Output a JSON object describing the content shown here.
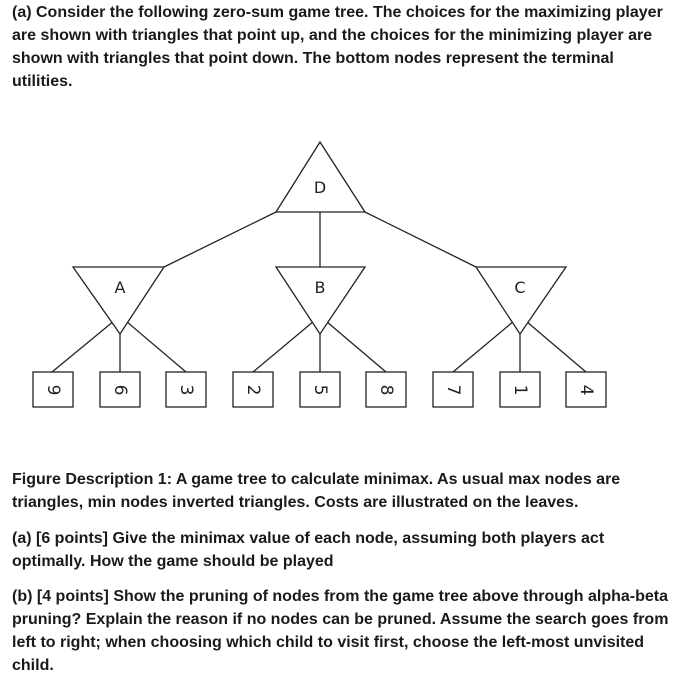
{
  "question_intro": "(a) Consider the following zero-sum game tree. The choices for the maximizing player are shown with triangles that point up, and the choices for the minimizing player are shown with triangles that point down. The bottom nodes represent the terminal utilities.",
  "tree": {
    "root": {
      "label": "D",
      "type": "max"
    },
    "children": [
      {
        "label": "A",
        "type": "min",
        "leaves": [
          "9",
          "6",
          "3"
        ]
      },
      {
        "label": "B",
        "type": "min",
        "leaves": [
          "2",
          "5",
          "8"
        ]
      },
      {
        "label": "C",
        "type": "min",
        "leaves": [
          "7",
          "1",
          "4"
        ]
      }
    ]
  },
  "figure_caption": "Figure Description 1:  A game tree to calculate minimax. As usual max nodes are triangles, min nodes inverted triangles. Costs are illustrated on the leaves.",
  "part_a": "(a) [6 points] Give the minimax value of each node, assuming both players act optimally. How the game should be played",
  "part_b": "(b) [4 points] Show the pruning of nodes from the game tree above through alpha-beta pruning? Explain the reason if no nodes can be pruned. Assume the search goes from left to right; when choosing which child to visit first, choose the left-most unvisited child."
}
